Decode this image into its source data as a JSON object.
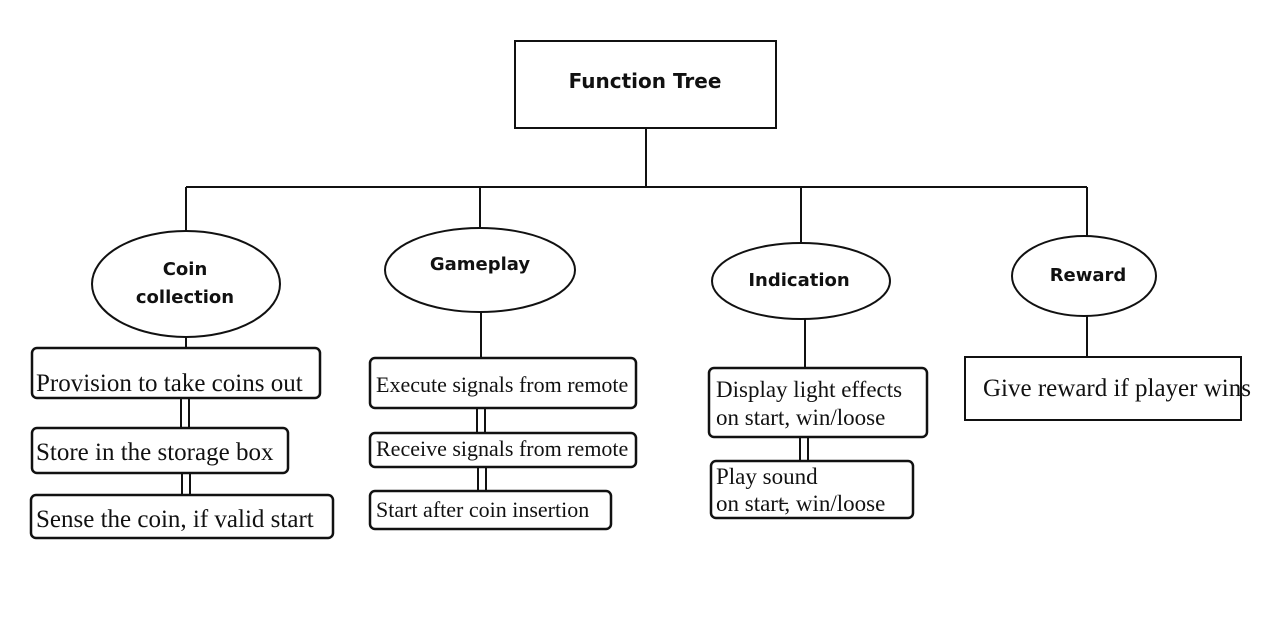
{
  "root": {
    "label": "Function Tree"
  },
  "functions": [
    {
      "label_lines": [
        "Coin",
        "collection"
      ],
      "items": [
        "Provision to take coins out",
        "Store in the storage box",
        "Sense the coin, if valid start"
      ]
    },
    {
      "label_lines": [
        "Gameplay"
      ],
      "items": [
        "Execute signals from remote",
        "Receive signals from remote",
        "Start after coin insertion"
      ]
    },
    {
      "label_lines": [
        "Indication"
      ],
      "items": [
        [
          "Display light effects",
          "on start, win/loose"
        ],
        [
          "Play sound",
          "on start̵, win/loose"
        ]
      ]
    },
    {
      "label_lines": [
        "Reward"
      ],
      "items": [
        "Give reward if player wins"
      ]
    }
  ]
}
